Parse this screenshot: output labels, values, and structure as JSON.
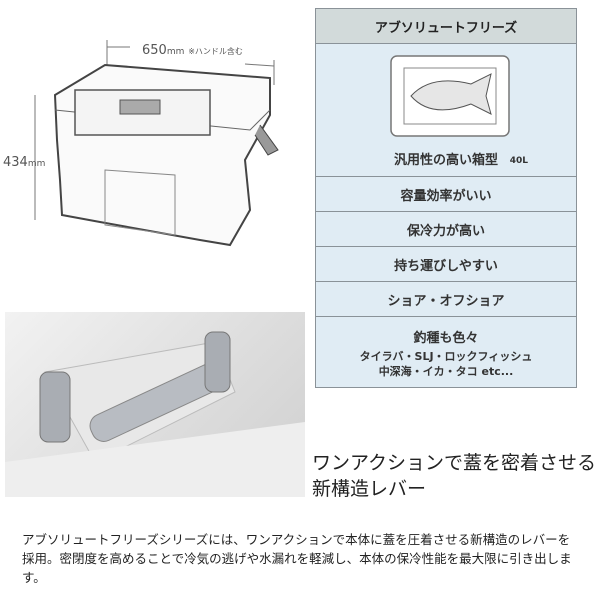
{
  "dimensions": {
    "width": "650",
    "width_unit": "mm",
    "width_note": "※ハンドル含む",
    "height": "434",
    "height_unit": "mm"
  },
  "spec_table": {
    "title": "アブソリュートフリーズ",
    "capacity": "40L",
    "rows": [
      "汎用性の高い箱型",
      "容量効率がいい",
      "保冷力が高い",
      "持ち運びしやすい",
      "ショア・オフショア",
      "釣種も色々"
    ],
    "sub_lines": [
      "タイラバ・SLJ・ロックフィッシュ",
      "中深海・イカ・タコ etc..."
    ]
  },
  "headline": "ワンアクションで蓋を密着させる新構造レバー",
  "description": "アブソリュートフリーズシリーズには、ワンアクションで本体に蓋を圧着させる新構造のレバーを採用。密閉度を高めることで冷気の逃げや水漏れを軽減し、本体の保冷性能を最大限に引き出します。"
}
